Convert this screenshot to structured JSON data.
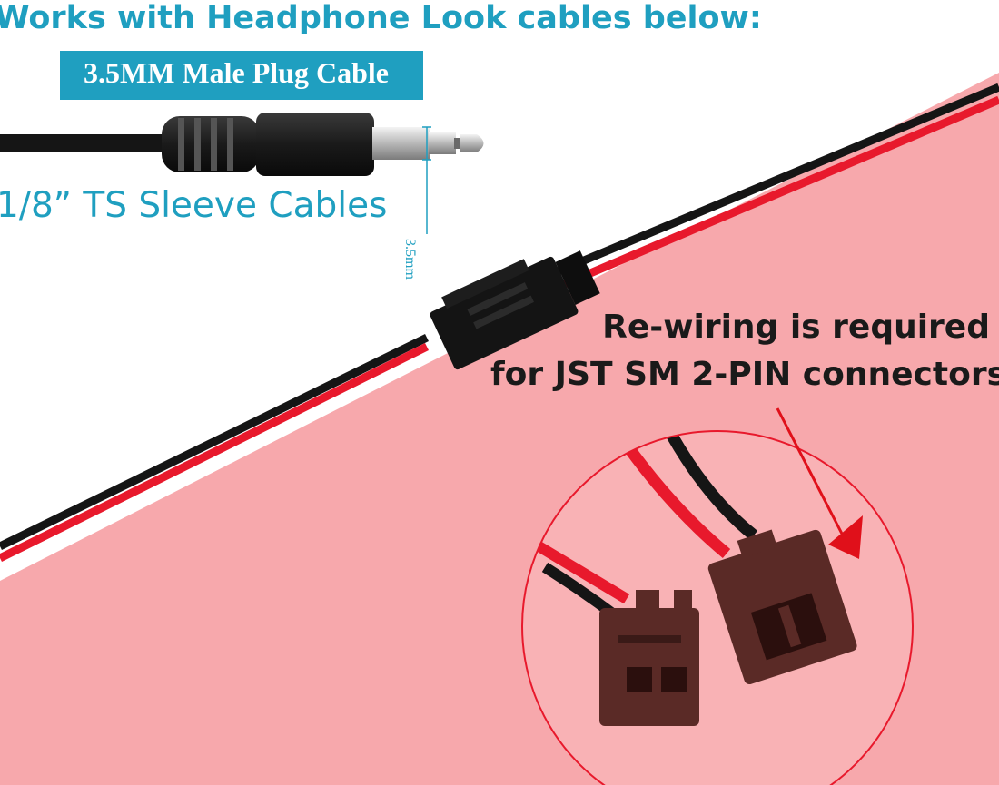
{
  "headline": "Works with Headphone Look cables below:",
  "badge_label": "3.5MM Male Plug Cable",
  "subtitle": "1/8” TS Sleeve Cables",
  "dimension_label": "3.5mm",
  "note": {
    "line1": "Re-wiring is required",
    "line2": "for JST SM 2-PIN connectors"
  },
  "colors": {
    "accent": "#1f9fc0",
    "pink_background": "#f7a8ac",
    "red_wire": "#e8192c",
    "black_wire": "#151515",
    "connector": "#5a2a26",
    "arrow": "#e0101a"
  },
  "icons": [
    "audio-jack-icon",
    "jst-connector-icon",
    "arrow-icon"
  ]
}
